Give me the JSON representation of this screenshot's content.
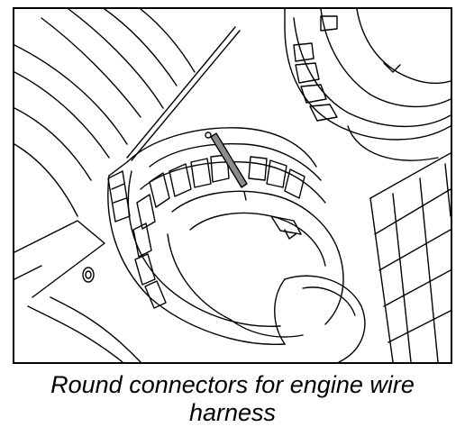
{
  "figure": {
    "illustration": "line-drawing-round-engine-wire-harness-connectors",
    "accent_color": "#000000",
    "background_color": "#ffffff"
  },
  "caption": {
    "line1": "Round connectors for engine wire",
    "line2": "harness"
  }
}
